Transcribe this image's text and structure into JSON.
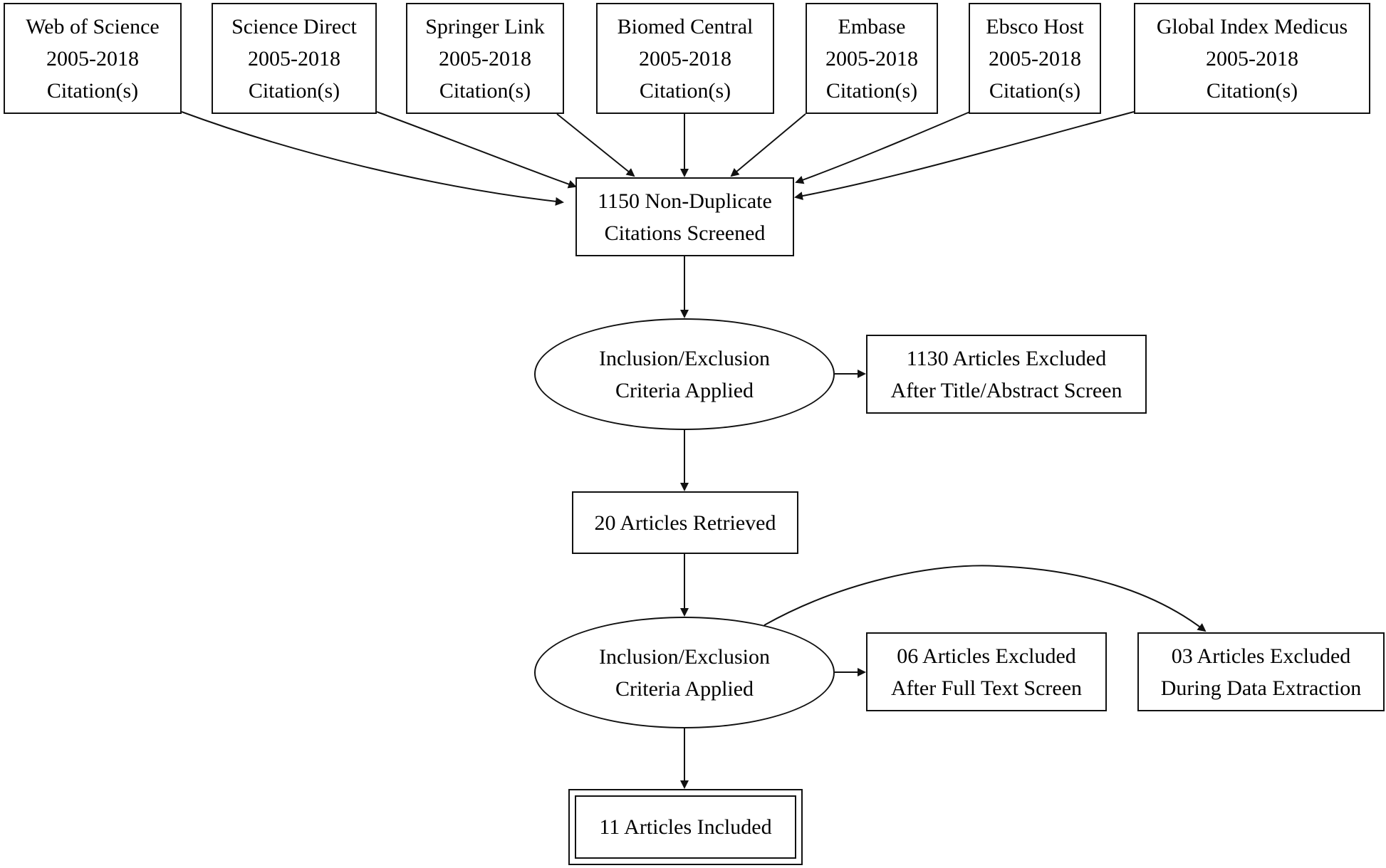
{
  "diagram": {
    "sources": [
      {
        "name": "Web of Science",
        "period": "2005-2018",
        "label": "Citation(s)"
      },
      {
        "name": "Science Direct",
        "period": "2005-2018",
        "label": "Citation(s)"
      },
      {
        "name": "Springer Link",
        "period": "2005-2018",
        "label": "Citation(s)"
      },
      {
        "name": "Biomed Central",
        "period": "2005-2018",
        "label": "Citation(s)"
      },
      {
        "name": "Embase",
        "period": "2005-2018",
        "label": "Citation(s)"
      },
      {
        "name": "Ebsco Host",
        "period": "2005-2018",
        "label": "Citation(s)"
      },
      {
        "name": "Global Index Medicus",
        "period": "2005-2018",
        "label": "Citation(s)"
      }
    ],
    "screened": {
      "line1": "1150 Non-Duplicate",
      "line2": "Citations Screened"
    },
    "criteria_1": {
      "line1": "Inclusion/Exclusion",
      "line2": "Criteria Applied"
    },
    "excluded_1": {
      "line1": "1130 Articles Excluded",
      "line2": "After Title/Abstract Screen"
    },
    "retrieved": {
      "line1": "20 Articles Retrieved"
    },
    "criteria_2": {
      "line1": "Inclusion/Exclusion",
      "line2": "Criteria Applied"
    },
    "excluded_2": {
      "line1": "06 Articles Excluded",
      "line2": "After Full Text Screen"
    },
    "excluded_3": {
      "line1": "03 Articles Excluded",
      "line2": "During Data Extraction"
    },
    "included": {
      "line1": "11 Articles Included"
    },
    "colors": {
      "stroke": "#111111",
      "background": "#ffffff"
    }
  }
}
